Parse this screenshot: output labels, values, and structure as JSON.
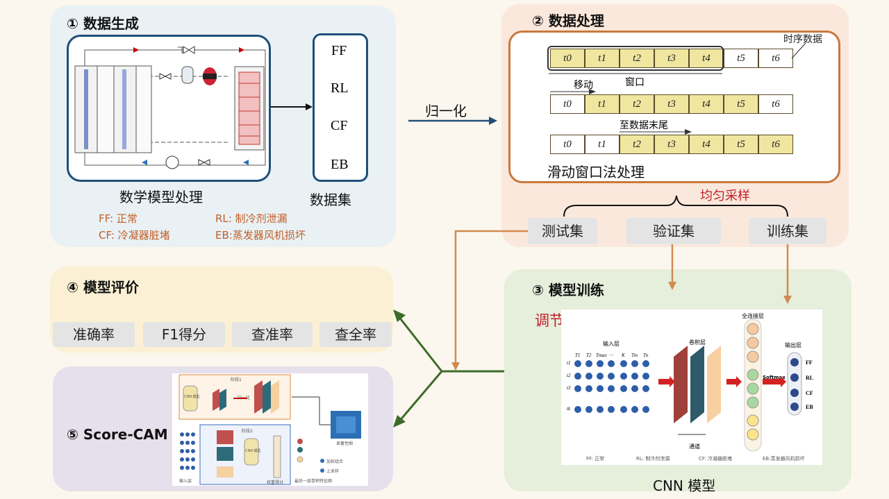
{
  "panel1": {
    "title": "① 数据生成",
    "model_caption": "数学模型处理",
    "dataset_caption": "数据集",
    "dataset_items": [
      "FF",
      "RL",
      "CF",
      "EB"
    ],
    "legend": [
      "FF: 正常",
      "RL: 制冷剂泄漏",
      "CF: 冷凝器脏堵",
      "EB:蒸发器风机损坏"
    ],
    "colors": {
      "bg": "#e9f1f4",
      "border": "#1f4e79",
      "legend": "#c0602a"
    }
  },
  "normalize_label": "归一化",
  "panel2": {
    "title": "② 数据处理",
    "ts_label": "时序数据",
    "window_label": "窗口",
    "move_label": "移动",
    "to_end_label": "至数据末尾",
    "method_label": "滑动窗口法处理",
    "rows": [
      {
        "cells": [
          "t0",
          "t1",
          "t2",
          "t3",
          "t4",
          "t5",
          "t6"
        ],
        "hl": [
          0,
          1,
          2,
          3,
          4
        ]
      },
      {
        "cells": [
          "t0",
          "t1",
          "t2",
          "t3",
          "t4",
          "t5",
          "t6"
        ],
        "hl": [
          1,
          2,
          3,
          4,
          5
        ]
      },
      {
        "cells": [
          "t0",
          "t1",
          "t2",
          "t3",
          "t4",
          "t5",
          "t6"
        ],
        "hl": [
          2,
          3,
          4,
          5,
          6
        ]
      }
    ],
    "sampling_label": "均匀采样",
    "splits": [
      "测试集",
      "验证集",
      "训练集"
    ],
    "colors": {
      "bg": "#fbe8dc",
      "border": "#c8783c",
      "sampling": "#c0202a"
    }
  },
  "panel3": {
    "title": "③ 模型训练",
    "tune_label": "调节超参数",
    "input_label": "输入层",
    "conv_label": "卷积层",
    "fc_label": "全连接层",
    "output_label": "输出层",
    "channel_label": "通道",
    "softmax_label": "Softmax",
    "input_cols": [
      "T1",
      "T2",
      "Tmax",
      "…",
      "K",
      "Tm",
      "Tn"
    ],
    "input_rows": [
      "t1",
      "t2",
      "t3",
      "tk"
    ],
    "outputs": [
      "FF",
      "RL",
      "CF",
      "EB"
    ],
    "footnote": [
      "FF: 正常",
      "RL: 制冷剂泄漏",
      "CF: 冷凝器脏堵",
      "EB:蒸发器风机损坏"
    ],
    "caption": "CNN 模型",
    "colors": {
      "bg": "#e6eedc",
      "tune": "#c0202a"
    }
  },
  "panel4": {
    "title": "④ 模型评价",
    "metrics": [
      "准确率",
      "F1得分",
      "查准率",
      "查全率"
    ],
    "colors": {
      "bg": "#fbf0d4"
    }
  },
  "panel5": {
    "title": "⑤ Score-CAM",
    "inner_labels": [
      "阶段1",
      "阶段2",
      "CNN 模型",
      "CNN 模型",
      "输入层",
      "归一化",
      "显著性图",
      "最后一层卷积特征图",
      "权重得分",
      "加权组合",
      "上采样"
    ],
    "colors": {
      "bg": "#e6e0ec"
    }
  }
}
